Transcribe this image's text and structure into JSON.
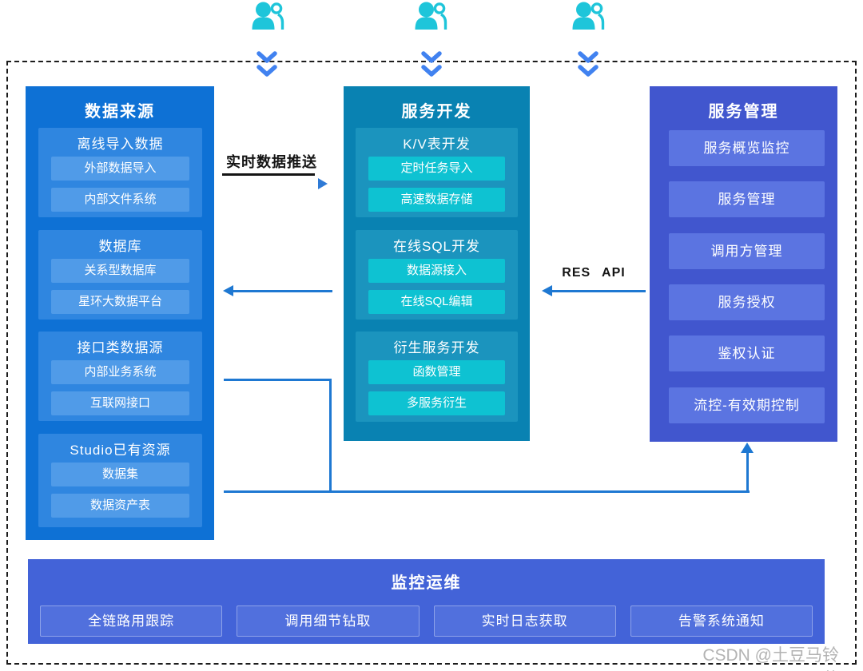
{
  "icons": {
    "user_group": "user-group-icon",
    "down_chevron": "double-down-chevron-icon"
  },
  "colors": {
    "user_icon": "#1EC5DA",
    "chevron": "#4182F0",
    "connector": "#1E78D2",
    "frame_dash": "#1c1c1c",
    "col_sources": "#0E71D5",
    "col_sources_group": "#2F86E0",
    "col_sources_item": "#509BE8",
    "col_dev": "#0982B2",
    "col_dev_group": "#1B94BE",
    "col_dev_item": "#0EC2D2",
    "col_mgmt": "#4156CE",
    "col_mgmt_item": "#5B74E1",
    "bottom_bar": "#4363D8",
    "bottom_item": "#5170DD"
  },
  "columns": [
    {
      "title": "数据来源",
      "groups": [
        {
          "title": "离线导入数据",
          "items": [
            "外部数据导入",
            "内部文件系统"
          ]
        },
        {
          "title": "数据库",
          "items": [
            "关系型数据库",
            "星环大数据平台"
          ]
        },
        {
          "title": "接口类数据源",
          "items": [
            "内部业务系统",
            "互联网接口"
          ]
        },
        {
          "title": "Studio已有资源",
          "items": [
            "数据集",
            "数据资产表"
          ]
        }
      ]
    },
    {
      "title": "服务开发",
      "groups": [
        {
          "title": "K/V表开发",
          "items": [
            "定时任务导入",
            "高速数据存储"
          ]
        },
        {
          "title": "在线SQL开发",
          "items": [
            "数据源接入",
            "在线SQL编辑"
          ]
        },
        {
          "title": "衍生服务开发",
          "items": [
            "函数管理",
            "多服务衍生"
          ]
        }
      ]
    },
    {
      "title": "服务管理",
      "items": [
        "服务概览监控",
        "服务管理",
        "调用方管理",
        "服务授权",
        "鉴权认证",
        "流控-有效期控制"
      ]
    }
  ],
  "flow_labels": {
    "push": "实时数据推送",
    "api": "RES API"
  },
  "bottom_bar": {
    "title": "监控运维",
    "items": [
      "全链路用跟踪",
      "调用细节钻取",
      "实时日志获取",
      "告警系统通知"
    ]
  },
  "watermark": "CSDN @土豆马铃薯"
}
